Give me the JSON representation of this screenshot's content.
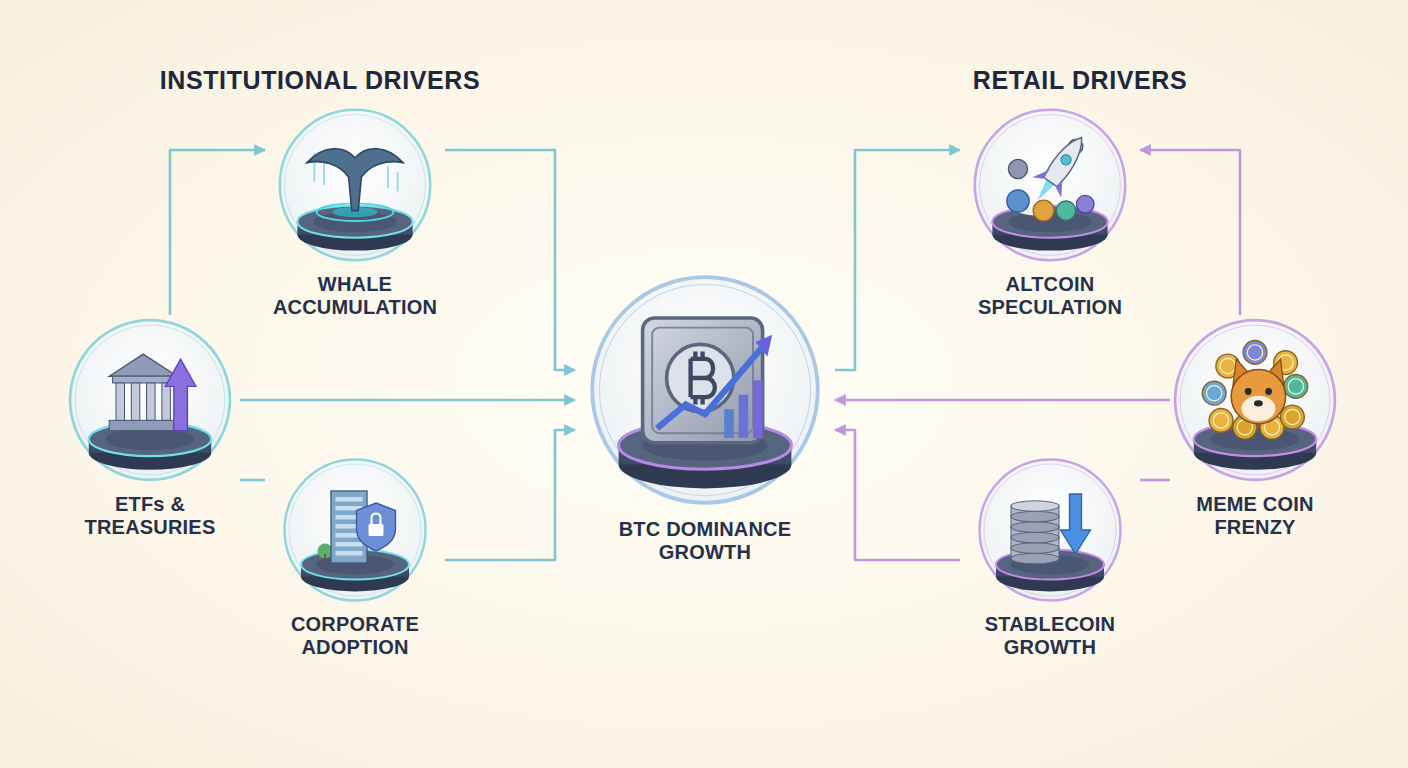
{
  "diagram": {
    "nodes": [
      {
        "text": [
          "WHALE ACCUMULATION"
        ]
      },
      {
        "text": [
          "ETFs & TREASURIES"
        ]
      },
      {
        "text": [
          "CORPORATE ADOPTION"
        ]
      },
      {
        "text": [
          "BTC DOMINANCE GROWTH"
        ]
      },
      {
        "text": [
          "ALTCOIN SPECULATION"
        ]
      },
      {
        "text": [
          "MEME COIN FRENZY"
        ]
      },
      {
        "text": [
          "STABLECOIN GROWTH"
        ]
      }
    ],
    "edges": [
      {
        "from": 1,
        "to": 0,
        "arrow": "to"
      },
      {
        "from": 1,
        "to": 3,
        "arrow": "to"
      },
      {
        "from": 1,
        "to": 2,
        "arrow": "none"
      },
      {
        "from": 0,
        "to": 3,
        "arrow": "to"
      },
      {
        "from": 2,
        "to": 3,
        "arrow": "to"
      },
      {
        "from": 3,
        "to": 4,
        "arrow": "to"
      },
      {
        "from": 5,
        "to": 4,
        "arrow": "to"
      },
      {
        "from": 5,
        "to": 3,
        "arrow": "to"
      },
      {
        "from": 6,
        "to": 3,
        "arrow": "to"
      },
      {
        "from": 5,
        "to": 6,
        "arrow": "none"
      }
    ],
    "labels": [
      "INSTITUTIONAL DRIVERS",
      "RETAIL DRIVERS"
    ]
  }
}
